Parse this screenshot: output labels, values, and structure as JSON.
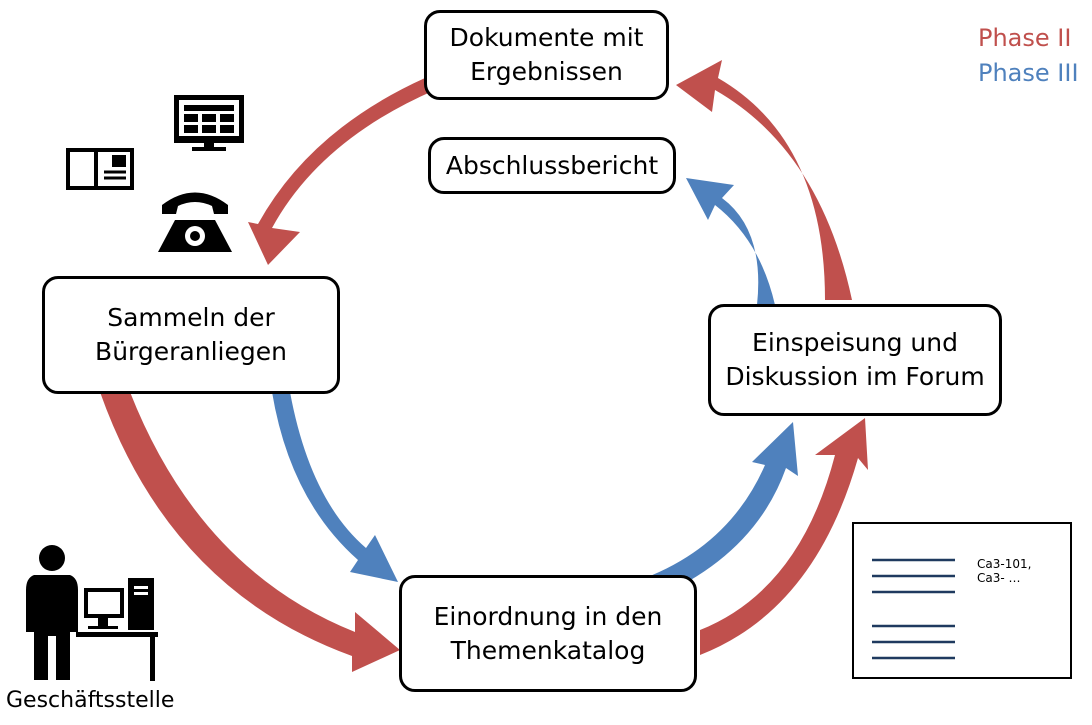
{
  "nodes": {
    "documents": "Dokumente mit\nErgebnissen",
    "final_report": "Abschlussbericht",
    "collect": "Sammeln der\nBürgeranliegen",
    "forum": "Einspeisung und\nDiskussion im Forum",
    "catalog": "Einordnung in den\nThemenkatalog"
  },
  "legend": {
    "phase2": {
      "label": "Phase II",
      "color": "#c0504d"
    },
    "phase3": {
      "label": "Phase III",
      "color": "#4f81bd"
    }
  },
  "office_label": "Geschäftsstelle",
  "catalog_sheet_text": "Ca3-101,\nCa3- …",
  "icons": [
    "monitor-icon",
    "postcard-icon",
    "telephone-icon",
    "office-worker-icon",
    "document-sheet-icon"
  ]
}
